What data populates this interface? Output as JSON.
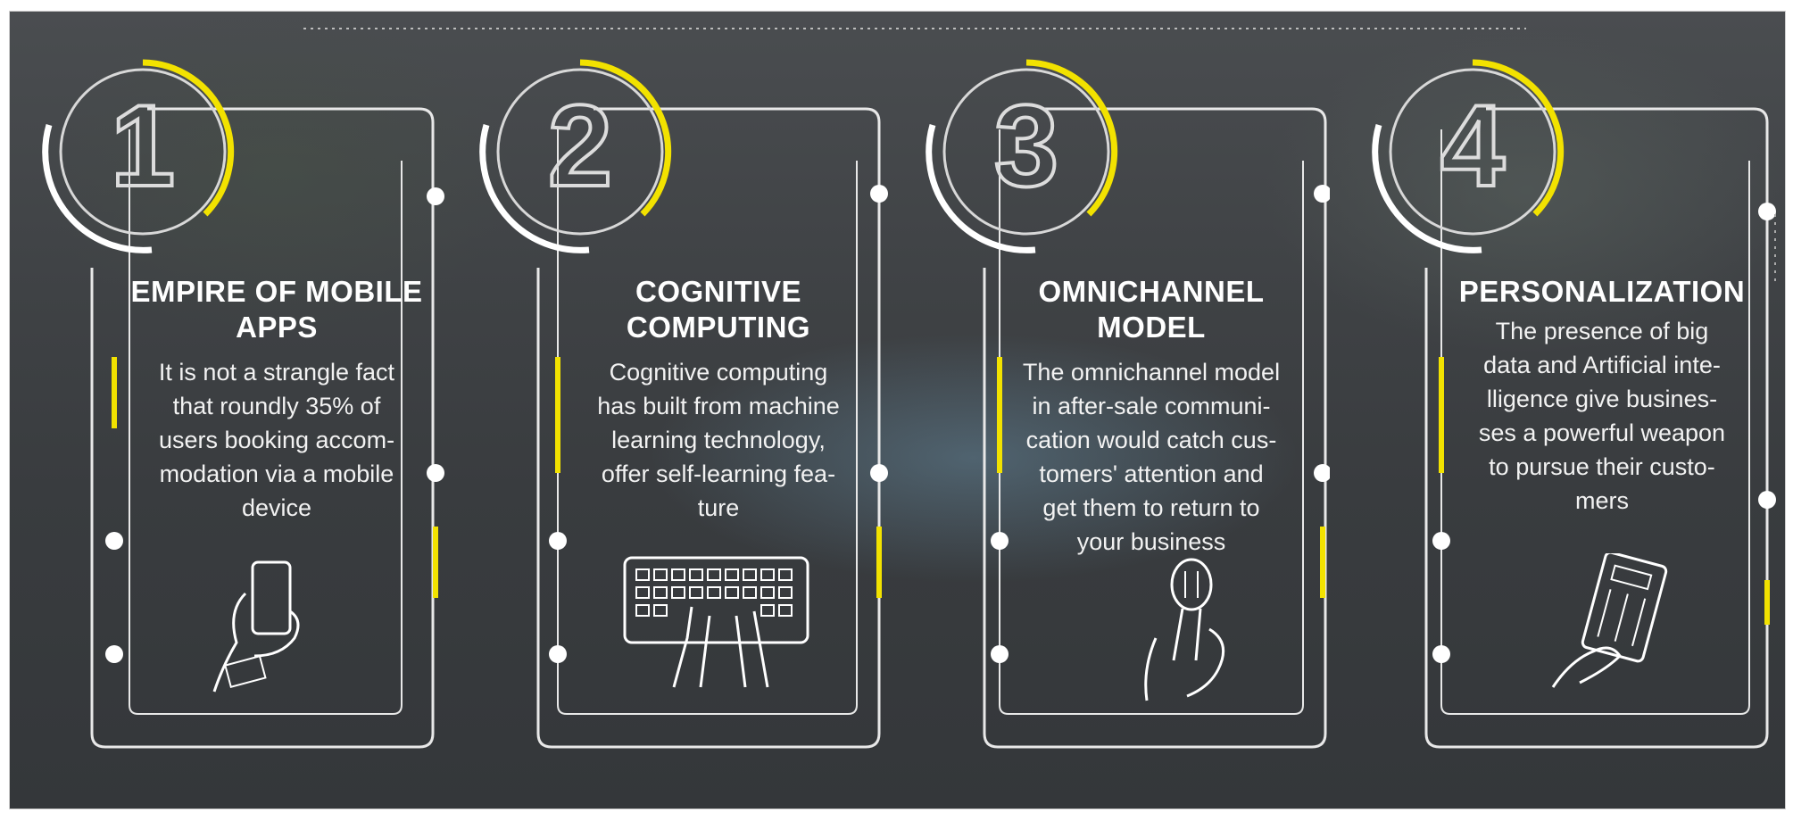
{
  "colors": {
    "accent": "#f2e200",
    "line": "#e8e8e8",
    "text": "#ffffff"
  },
  "cards": [
    {
      "number": "1",
      "title": "EMPIRE OF MOBILE APPS",
      "title_lines": [
        "EMPIRE OF MOBILE",
        "APPS"
      ],
      "description_lines": [
        "It is not a strangle fact",
        "that roundly 35% of",
        "users booking accom-",
        "modation via a mobile",
        "device"
      ],
      "icon": "phone-in-hand-icon"
    },
    {
      "number": "2",
      "title": "COGNITIVE COMPUTING",
      "title_lines": [
        "COGNITIVE",
        "COMPUTING"
      ],
      "description_lines": [
        "Cognitive computing",
        "has built from machine",
        "learning technology,",
        "offer self-learning fea-",
        "ture"
      ],
      "icon": "keyboard-typing-icon"
    },
    {
      "number": "3",
      "title": "OMNICHANNEL MODEL",
      "title_lines": [
        "OMNICHANNEL",
        "MODEL"
      ],
      "description_lines": [
        "The omnichannel model",
        "in after-sale communi-",
        "cation would catch cus-",
        "tomers' attention and",
        "get them to return to",
        "your business"
      ],
      "icon": "microphone-in-hand-icon"
    },
    {
      "number": "4",
      "title": "PERSONALIZATION",
      "title_lines": [
        "PERSONALIZATION"
      ],
      "description_lines": [
        "The presence of big",
        "data and Artificial inte-",
        "lligence give busines-",
        "ses a powerful weapon",
        "to pursue their custo-",
        "mers"
      ],
      "icon": "calculator-in-hand-icon"
    }
  ]
}
